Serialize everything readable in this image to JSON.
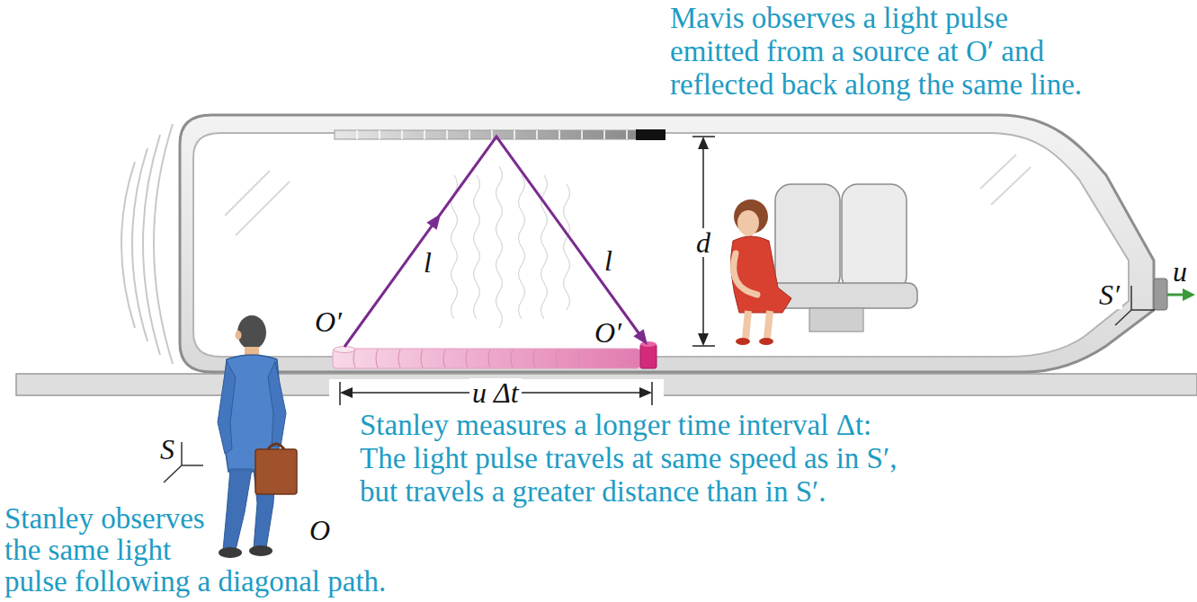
{
  "diagram": {
    "labels": [
      "Mavis observes a light pulse emitted from a source at O′ and reflected back along the same line.",
      "l",
      "l",
      "d",
      "O′",
      "O′",
      "u",
      "S′",
      "u Δt",
      "S",
      "Stanley measures a longer time interval Δt: The light pulse travels at same speed as in S′, but travels a greater distance than in S′.",
      "Stanley observes the same light pulse following a diagonal path.",
      "O"
    ]
  }
}
